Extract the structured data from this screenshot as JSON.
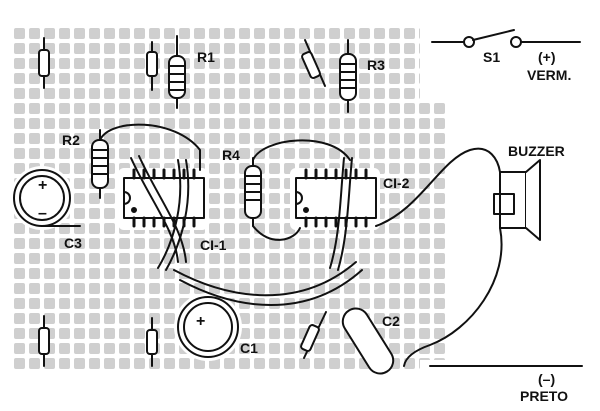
{
  "diagram": {
    "labels": {
      "r1": "R1",
      "r2": "R2",
      "r3": "R3",
      "r4": "R4",
      "s1": "S1",
      "ci1": "CI-1",
      "ci2": "CI-2",
      "c1": "C1",
      "c2": "C2",
      "c3": "C3",
      "buzzer": "BUZZER",
      "pos_terminal": "(+)",
      "pos_wire": "VERM.",
      "neg_terminal": "(–)",
      "neg_wire": "PRETO"
    },
    "polarity_plus": "+",
    "polarity_minus": "–"
  },
  "colors": {
    "ink": "#111111",
    "pad": "#cfcfcf",
    "board_bg": "#ffffff"
  }
}
